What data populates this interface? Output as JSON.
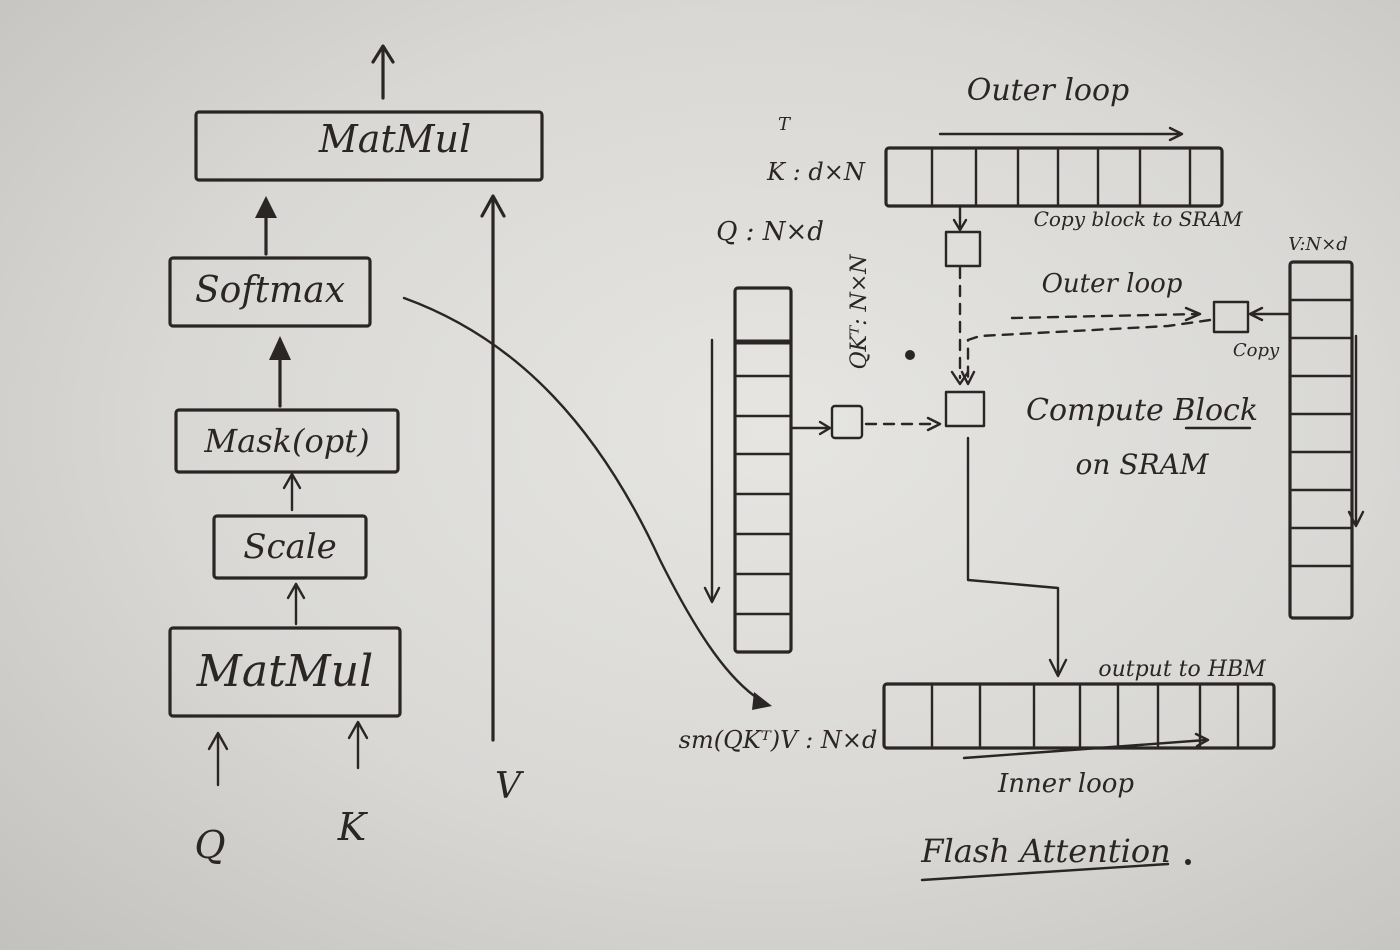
{
  "standard_attention": {
    "top_matmul": "MatMul",
    "softmax": "Softmax",
    "mask": "Mask(opt)",
    "scale": "Scale",
    "bottom_matmul": "MatMul",
    "input_q": "Q",
    "input_k": "K",
    "input_v": "V"
  },
  "flash_attention": {
    "outer_loop_top": "Outer loop",
    "k_transpose": "K : d×N",
    "k_superscript": "T",
    "copy_block": "Copy block to SRAM",
    "q_label": "Q : N×d",
    "qkt_label": "QKᵀ: N×N",
    "outer_loop_mid": "Outer loop",
    "v_label": "V:N×d",
    "copy_label": "Copy",
    "compute_line1": "Compute Block",
    "compute_line2": "on SRAM",
    "output_label": "output to HBM",
    "sm_label": "sm(QKᵀ)V : N×d",
    "inner_loop": "Inner loop",
    "title": "Flash Attention"
  }
}
